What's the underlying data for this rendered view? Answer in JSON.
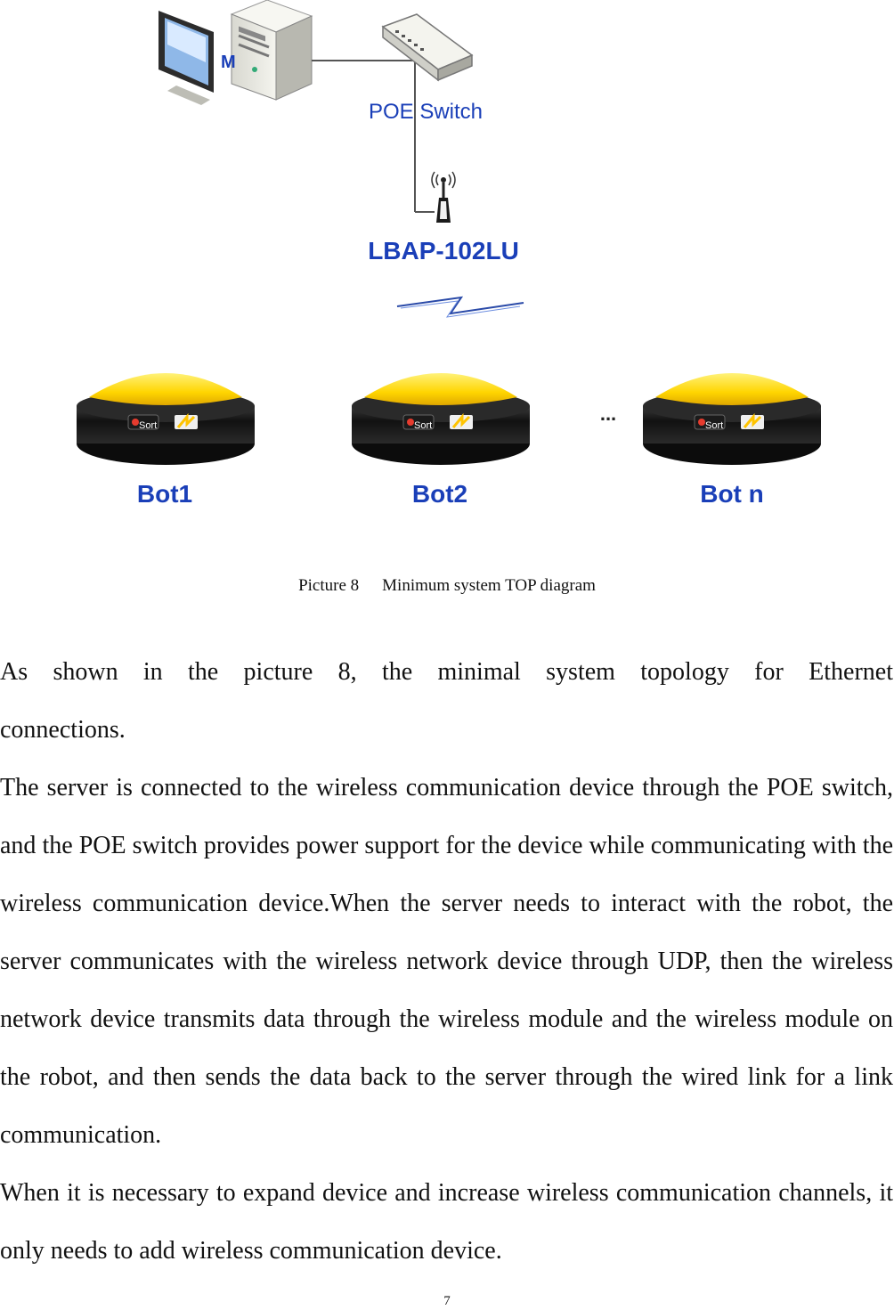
{
  "diagram": {
    "switch_label": "POE Switch",
    "ap_label": "LBAP-102LU",
    "server_partial_label": "M",
    "ellipsis": "...",
    "bots": [
      {
        "name": "Bot1",
        "brand": "Sort"
      },
      {
        "name": "Bot2",
        "brand": "Sort"
      },
      {
        "name": "Bot n",
        "brand": "Sort"
      }
    ],
    "colors": {
      "bot_label": "#1a3fb8",
      "bot_top": "#ffd500",
      "bot_body": "#1a1a1a",
      "wire": "#555555"
    }
  },
  "caption": {
    "number": "Picture 8",
    "title": "Minimum system TOP diagram"
  },
  "paragraphs": [
    "As shown in the picture 8,  the minimal system topology for Ethernet connections.",
    "The server is connected to the wireless communication device through the POE switch, and the POE switch provides power support for the device while communicating with the wireless communication device.When the server needs to interact with the robot, the server communicates with the wireless network device through UDP, then the wireless network device transmits data through the wireless module and the wireless module on the robot, and then sends the data back to the server through the wired link for a link communication.",
    "When it is necessary to expand device and increase wireless communication channels, it only needs to add wireless communication device."
  ],
  "page_number": "7"
}
